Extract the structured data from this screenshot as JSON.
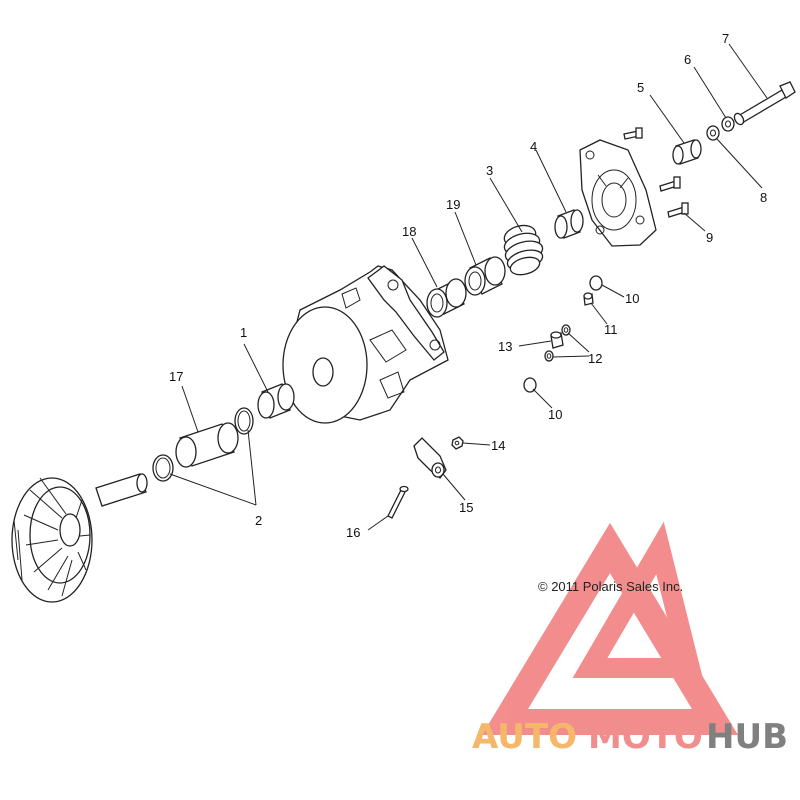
{
  "callouts": [
    "1",
    "2",
    "3",
    "4",
    "5",
    "6",
    "7",
    "8",
    "9",
    "10",
    "10",
    "11",
    "12",
    "13",
    "14",
    "15",
    "16",
    "17",
    "18",
    "19"
  ],
  "copyright": "© 2011 Polaris Sales Inc.",
  "watermark": {
    "part1": "AUTO",
    "part2": "MOTO",
    "part3": "HUB",
    "colors": {
      "auto": "#f5b86a",
      "moto": "#f08e8e",
      "hub": "#808080",
      "logo": "#f27a7a"
    }
  }
}
